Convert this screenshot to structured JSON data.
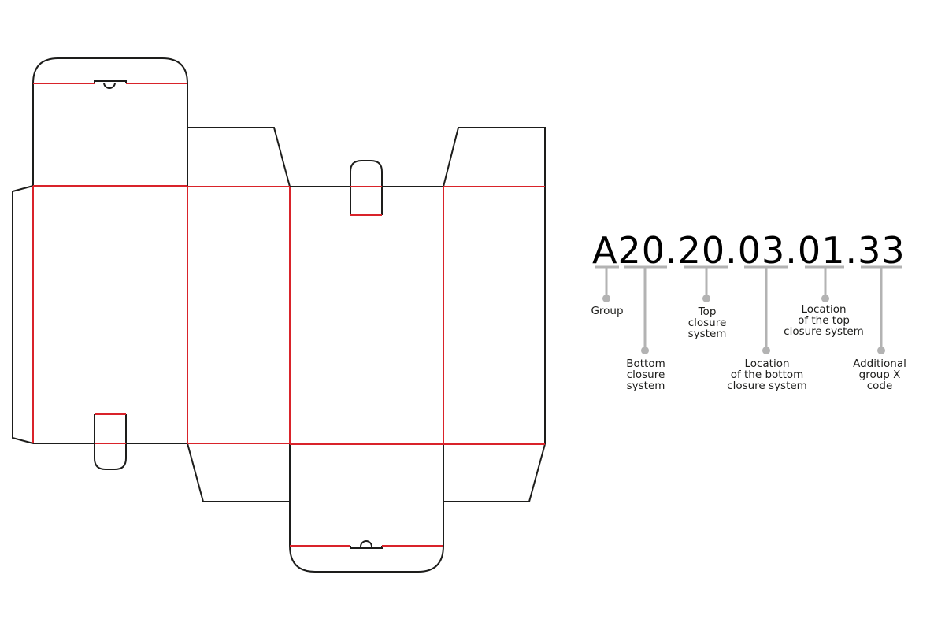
{
  "colors": {
    "cut_line": "#1d1d1b",
    "crease_line": "#d9232a",
    "leader": "#b3b3b3",
    "code_text": "#000000"
  },
  "code": {
    "full": "A20.20.03.01.33",
    "segments": [
      {
        "id": "group",
        "value": "A",
        "label": "Group"
      },
      {
        "id": "bottom-closure",
        "value": "20",
        "label": "Bottom\nclosure\nsystem"
      },
      {
        "id": "top-closure",
        "value": "20",
        "label": "Top\nclosure\nsystem"
      },
      {
        "id": "bottom-location",
        "value": "03",
        "label": "Location\nof the bottom\nclosure system"
      },
      {
        "id": "top-location",
        "value": "01",
        "label": "Location\nof the top\nclosure system"
      },
      {
        "id": "additional",
        "value": "33",
        "label": "Additional\ngroup X code"
      }
    ]
  },
  "legend": {
    "group": "Group",
    "bottom_closure": "Bottom\nclosure\nsystem",
    "top_closure": "Top\nclosure\nsystem",
    "bottom_location": "Location\nof the bottom\nclosure system",
    "top_location": "Location\nof the top\nclosure system",
    "additional": "Additional\ngroup X code"
  }
}
